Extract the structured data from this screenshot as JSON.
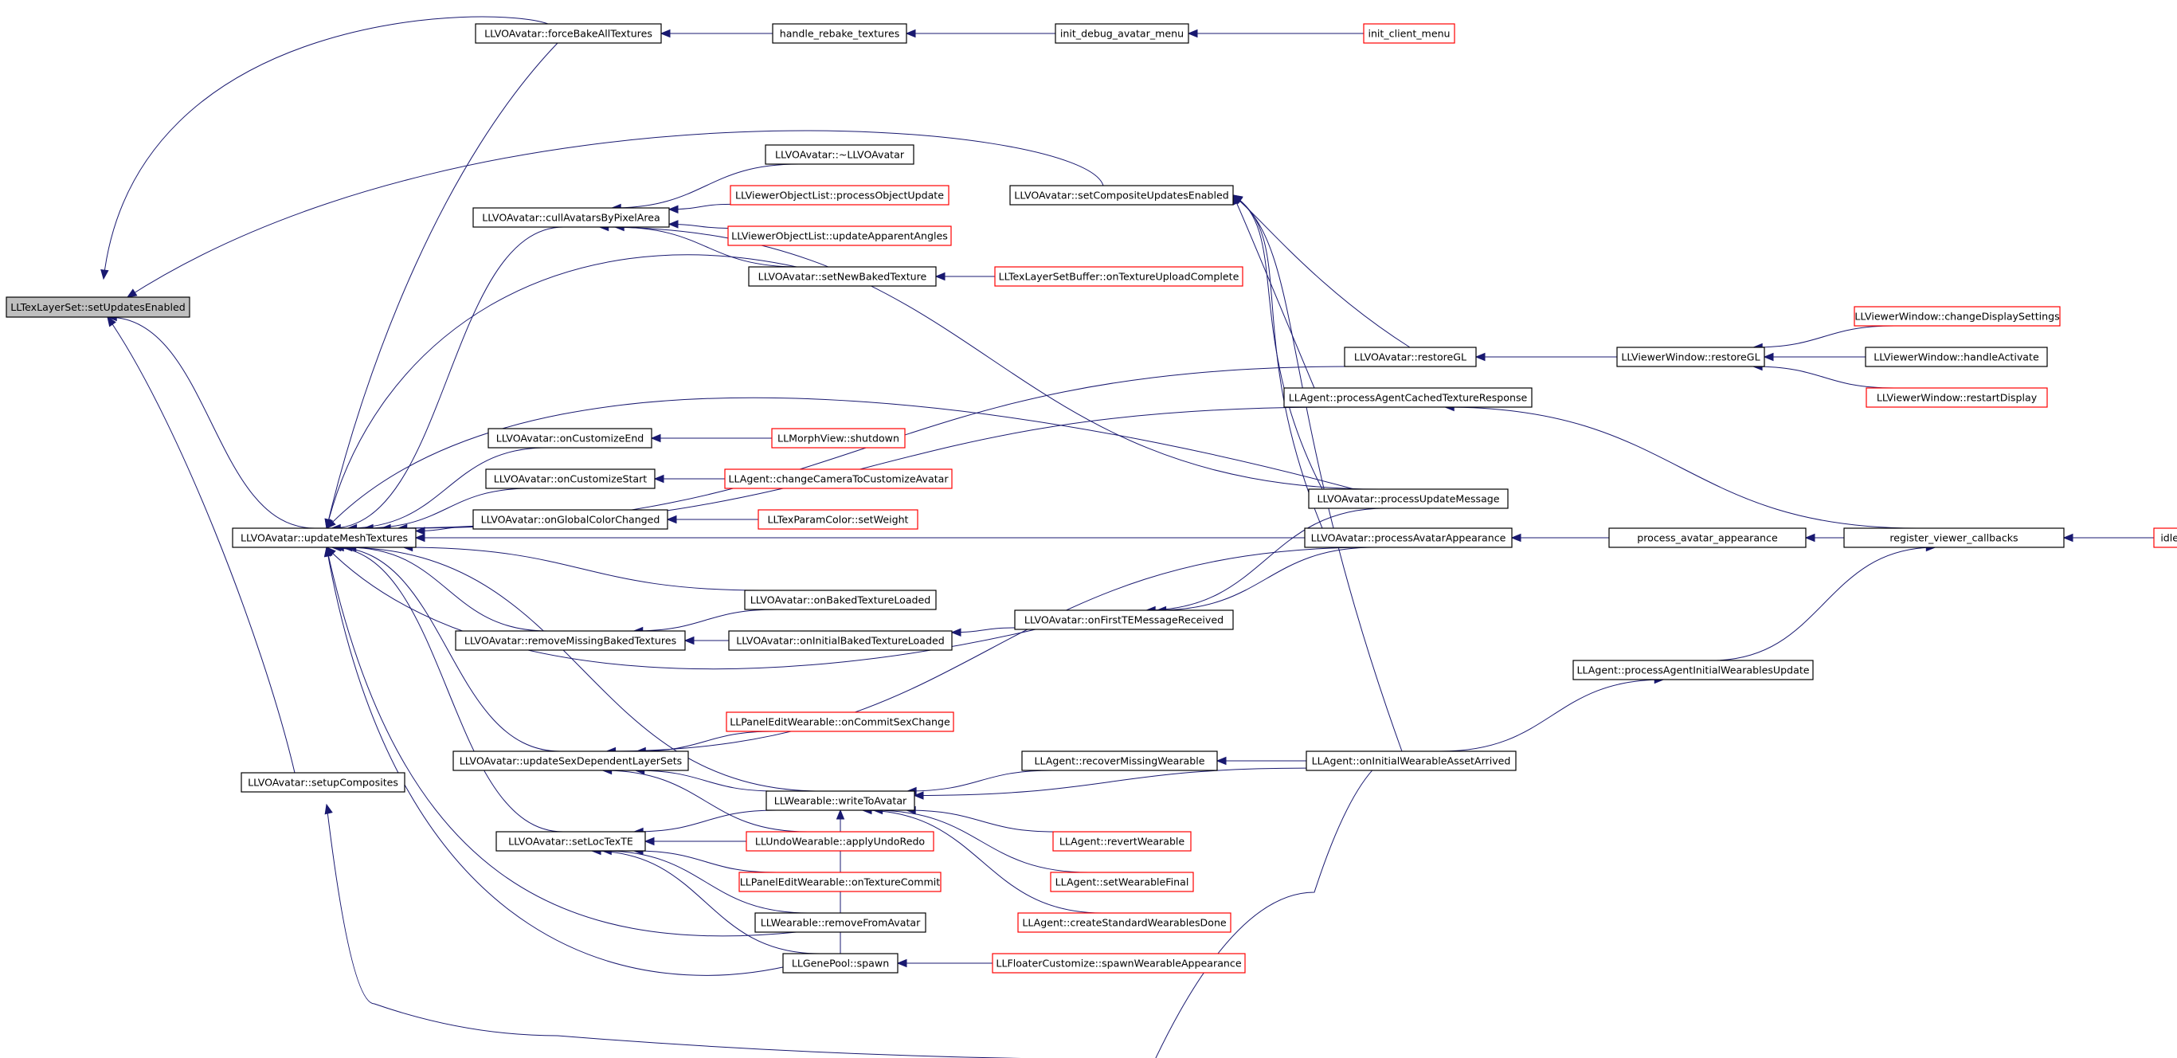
{
  "colors": {
    "edge": "#191970",
    "node_border": "#000000",
    "truncated_border": "#ff0000",
    "root_fill": "#bfbfbf",
    "node_fill": "#ffffff"
  },
  "nodes": {
    "n0": {
      "label": "LLTexLayerSet::setUpdatesEnabled",
      "style": "root"
    },
    "n1": {
      "label": "LLVOAvatar::forceBakeAllTextures",
      "style": "normal"
    },
    "n2": {
      "label": "handle_rebake_textures",
      "style": "normal"
    },
    "n3": {
      "label": "init_debug_avatar_menu",
      "style": "normal"
    },
    "n4": {
      "label": "init_client_menu",
      "style": "truncated"
    },
    "n5": {
      "label": "LLVOAvatar::setCompositeUpdatesEnabled",
      "style": "normal"
    },
    "n6": {
      "label": "LLVOAvatar::restoreGL",
      "style": "normal"
    },
    "n7": {
      "label": "LLViewerWindow::restoreGL",
      "style": "normal"
    },
    "n8": {
      "label": "LLViewerWindow::changeDisplaySettings",
      "style": "truncated"
    },
    "n9": {
      "label": "LLViewerWindow::handleActivate",
      "style": "normal"
    },
    "n10": {
      "label": "LLViewerWindow::restartDisplay",
      "style": "truncated"
    },
    "n11": {
      "label": "LLAgent::processAgentCachedTextureResponse",
      "style": "normal"
    },
    "n12": {
      "label": "register_viewer_callbacks",
      "style": "normal"
    },
    "n13": {
      "label": "idle_startup",
      "style": "truncated"
    },
    "n14": {
      "label": "LLVOAvatar::processUpdateMessage",
      "style": "normal"
    },
    "n15": {
      "label": "LLVOAvatar::processAvatarAppearance",
      "style": "normal"
    },
    "n16": {
      "label": "process_avatar_appearance",
      "style": "normal"
    },
    "n17": {
      "label": "LLAgent::processAgentInitialWearablesUpdate",
      "style": "normal"
    },
    "n18": {
      "label": "LLAgent::onInitialWearableAssetArrived",
      "style": "normal"
    },
    "n19": {
      "label": "LLVOAvatar::updateMeshTextures",
      "style": "normal"
    },
    "n20": {
      "label": "LLVOAvatar::cullAvatarsByPixelArea",
      "style": "normal"
    },
    "n21": {
      "label": "LLVOAvatar::~LLVOAvatar",
      "style": "normal"
    },
    "n22": {
      "label": "LLViewerObjectList::processObjectUpdate",
      "style": "truncated"
    },
    "n23": {
      "label": "LLViewerObjectList::updateApparentAngles",
      "style": "truncated"
    },
    "n24": {
      "label": "LLVOAvatar::setNewBakedTexture",
      "style": "normal"
    },
    "n25": {
      "label": "LLTexLayerSetBuffer::onTextureUploadComplete",
      "style": "truncated"
    },
    "n26": {
      "label": "LLVOAvatar::onCustomizeEnd",
      "style": "normal"
    },
    "n27": {
      "label": "LLMorphView::shutdown",
      "style": "truncated"
    },
    "n28": {
      "label": "LLVOAvatar::onCustomizeStart",
      "style": "normal"
    },
    "n29": {
      "label": "LLAgent::changeCameraToCustomizeAvatar",
      "style": "truncated"
    },
    "n30": {
      "label": "LLVOAvatar::onGlobalColorChanged",
      "style": "normal"
    },
    "n31": {
      "label": "LLTexParamColor::setWeight",
      "style": "truncated"
    },
    "n32": {
      "label": "LLVOAvatar::onBakedTextureLoaded",
      "style": "normal"
    },
    "n33": {
      "label": "LLVOAvatar::removeMissingBakedTextures",
      "style": "normal"
    },
    "n34": {
      "label": "LLVOAvatar::onInitialBakedTextureLoaded",
      "style": "normal"
    },
    "n35": {
      "label": "LLVOAvatar::onFirstTEMessageReceived",
      "style": "normal"
    },
    "n36": {
      "label": "LLPanelEditWearable::onCommitSexChange",
      "style": "truncated"
    },
    "n37": {
      "label": "LLVOAvatar::updateSexDependentLayerSets",
      "style": "normal"
    },
    "n38": {
      "label": "LLAgent::recoverMissingWearable",
      "style": "normal"
    },
    "n39": {
      "label": "LLWearable::writeToAvatar",
      "style": "normal"
    },
    "n40": {
      "label": "LLVOAvatar::setupComposites",
      "style": "normal"
    },
    "n41": {
      "label": "LLVOAvatar::setLocTexTE",
      "style": "normal"
    },
    "n42": {
      "label": "LLUndoWearable::applyUndoRedo",
      "style": "truncated"
    },
    "n43": {
      "label": "LLAgent::revertWearable",
      "style": "truncated"
    },
    "n44": {
      "label": "LLPanelEditWearable::onTextureCommit",
      "style": "truncated"
    },
    "n45": {
      "label": "LLAgent::setWearableFinal",
      "style": "truncated"
    },
    "n46": {
      "label": "LLWearable::removeFromAvatar",
      "style": "normal"
    },
    "n47": {
      "label": "LLAgent::createStandardWearablesDone",
      "style": "truncated"
    },
    "n48": {
      "label": "LLGenePool::spawn",
      "style": "normal"
    },
    "n49": {
      "label": "LLFloaterCustomize::spawnWearableAppearance",
      "style": "truncated"
    }
  },
  "edges": [
    [
      "n1",
      "n0"
    ],
    [
      "n5",
      "n0"
    ],
    [
      "n19",
      "n0"
    ],
    [
      "n40",
      "n0"
    ],
    [
      "n2",
      "n1"
    ],
    [
      "n3",
      "n2"
    ],
    [
      "n4",
      "n3"
    ],
    [
      "n6",
      "n5"
    ],
    [
      "n11",
      "n5"
    ],
    [
      "n14",
      "n5"
    ],
    [
      "n15",
      "n5"
    ],
    [
      "n18",
      "n5"
    ],
    [
      "n7",
      "n6"
    ],
    [
      "n8",
      "n7"
    ],
    [
      "n9",
      "n7"
    ],
    [
      "n10",
      "n7"
    ],
    [
      "n12",
      "n11"
    ],
    [
      "n13",
      "n12"
    ],
    [
      "n16",
      "n15"
    ],
    [
      "n12",
      "n16"
    ],
    [
      "n17",
      "n12"
    ],
    [
      "n18",
      "n17"
    ],
    [
      "n1",
      "n19"
    ],
    [
      "n20",
      "n19"
    ],
    [
      "n24",
      "n19"
    ],
    [
      "n6",
      "n19"
    ],
    [
      "n11",
      "n19"
    ],
    [
      "n15",
      "n19"
    ],
    [
      "n26",
      "n19"
    ],
    [
      "n28",
      "n19"
    ],
    [
      "n30",
      "n19"
    ],
    [
      "n14",
      "n19"
    ],
    [
      "n32",
      "n19"
    ],
    [
      "n33",
      "n19"
    ],
    [
      "n35",
      "n19"
    ],
    [
      "n37",
      "n19"
    ],
    [
      "n39",
      "n19"
    ],
    [
      "n41",
      "n19"
    ],
    [
      "n46",
      "n19"
    ],
    [
      "n48",
      "n19"
    ],
    [
      "n21",
      "n20"
    ],
    [
      "n22",
      "n20"
    ],
    [
      "n23",
      "n20"
    ],
    [
      "n24",
      "n20"
    ],
    [
      "n14",
      "n20"
    ],
    [
      "n25",
      "n24"
    ],
    [
      "n27",
      "n26"
    ],
    [
      "n29",
      "n28"
    ],
    [
      "n31",
      "n30"
    ],
    [
      "n32",
      "n33"
    ],
    [
      "n34",
      "n33"
    ],
    [
      "n35",
      "n34"
    ],
    [
      "n14",
      "n35"
    ],
    [
      "n15",
      "n35"
    ],
    [
      "n36",
      "n37"
    ],
    [
      "n15",
      "n37"
    ],
    [
      "n39",
      "n37"
    ],
    [
      "n42",
      "n37"
    ],
    [
      "n38",
      "n39"
    ],
    [
      "n18",
      "n39"
    ],
    [
      "n43",
      "n39"
    ],
    [
      "n45",
      "n39"
    ],
    [
      "n47",
      "n39"
    ],
    [
      "n48",
      "n39"
    ],
    [
      "n18",
      "n38"
    ],
    [
      "n39",
      "n41"
    ],
    [
      "n42",
      "n41"
    ],
    [
      "n44",
      "n41"
    ],
    [
      "n46",
      "n41"
    ],
    [
      "n48",
      "n41"
    ],
    [
      "n49",
      "n48"
    ],
    [
      "n18",
      "n40"
    ]
  ]
}
